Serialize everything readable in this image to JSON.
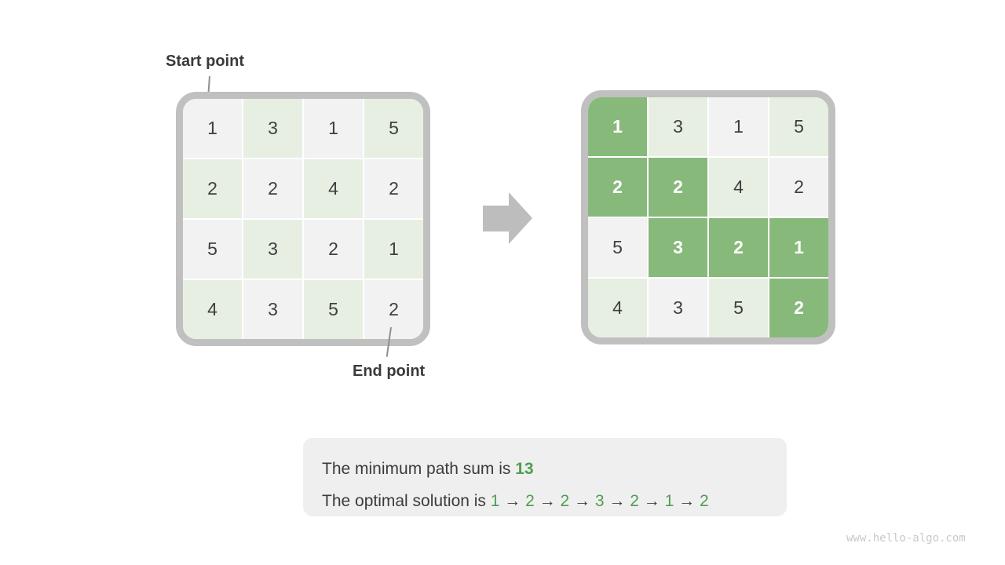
{
  "figure": {
    "start_label": "Start point",
    "end_label": "End point"
  },
  "grid": {
    "rows": 4,
    "cols": 4,
    "values": [
      [
        1,
        3,
        1,
        5
      ],
      [
        2,
        2,
        4,
        2
      ],
      [
        5,
        3,
        2,
        1
      ],
      [
        4,
        3,
        5,
        2
      ]
    ],
    "path_cells": [
      [
        0,
        0
      ],
      [
        1,
        0
      ],
      [
        1,
        1
      ],
      [
        2,
        1
      ],
      [
        2,
        2
      ],
      [
        2,
        3
      ],
      [
        3,
        3
      ]
    ]
  },
  "result": {
    "min_sum_prefix": "The minimum path sum is ",
    "min_sum_value": "13",
    "solution_prefix": "The optimal solution is ",
    "solution_path": [
      1,
      2,
      2,
      3,
      2,
      1,
      2
    ],
    "separator": "→"
  },
  "watermark": "www.hello-algo.com",
  "icons": {
    "transform_arrow": "right-block-arrow"
  },
  "colors": {
    "path_green": "#87b97b",
    "light_green": "#e7efe2",
    "light_gray": "#f2f2f2",
    "border_gray": "#c0c0c0",
    "green_text": "#4e9e50",
    "arrow_gray": "#bdbdbd"
  }
}
